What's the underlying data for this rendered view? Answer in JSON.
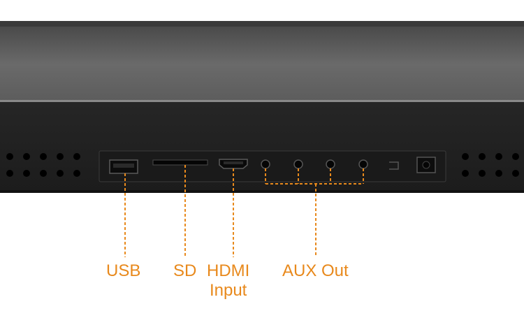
{
  "labels": {
    "usb": "USB",
    "sd": "SD",
    "hdmi_line1": "HDMI",
    "hdmi_line2": "Input",
    "aux": "AUX Out"
  },
  "colors": {
    "accent": "#e8891c",
    "panel": "#2b2b2b",
    "bezel": "#3a3a3a"
  },
  "icons": {
    "usb": "usb-port-icon",
    "sd": "sd-slot-icon",
    "hdmi": "hdmi-port-icon",
    "aux": "audio-jack-icon",
    "power": "dc-power-jack-icon"
  }
}
